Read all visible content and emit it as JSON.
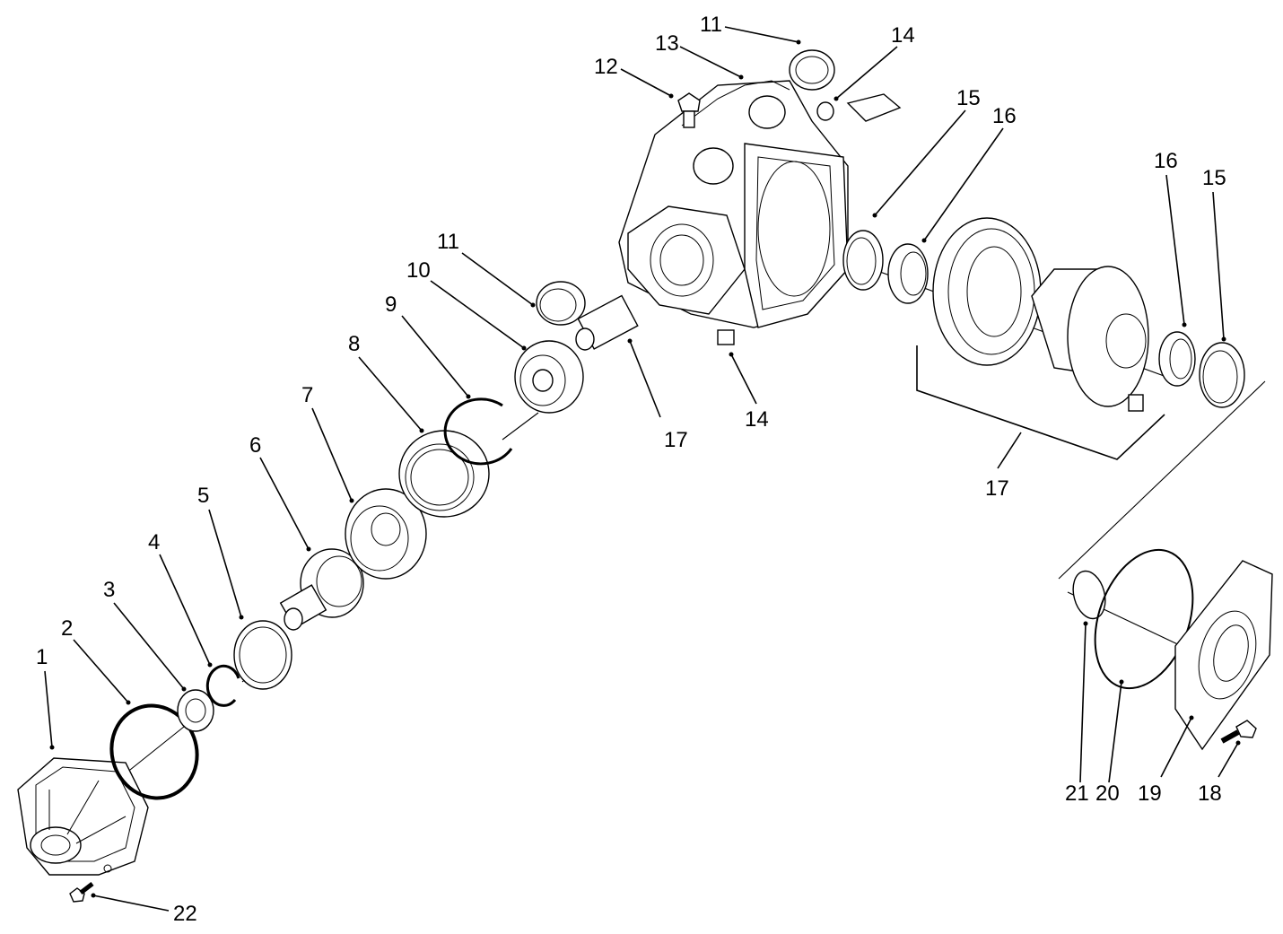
{
  "callouts": [
    {
      "id": "c1",
      "label": "1"
    },
    {
      "id": "c2",
      "label": "2"
    },
    {
      "id": "c3",
      "label": "3"
    },
    {
      "id": "c4",
      "label": "4"
    },
    {
      "id": "c5",
      "label": "5"
    },
    {
      "id": "c6",
      "label": "6"
    },
    {
      "id": "c7",
      "label": "7"
    },
    {
      "id": "c8",
      "label": "8"
    },
    {
      "id": "c9",
      "label": "9"
    },
    {
      "id": "c10",
      "label": "10"
    },
    {
      "id": "c11a",
      "label": "11"
    },
    {
      "id": "c11b",
      "label": "11"
    },
    {
      "id": "c12",
      "label": "12"
    },
    {
      "id": "c13",
      "label": "13"
    },
    {
      "id": "c14a",
      "label": "14"
    },
    {
      "id": "c14b",
      "label": "14"
    },
    {
      "id": "c15a",
      "label": "15"
    },
    {
      "id": "c15b",
      "label": "15"
    },
    {
      "id": "c16a",
      "label": "16"
    },
    {
      "id": "c16b",
      "label": "16"
    },
    {
      "id": "c17a",
      "label": "17"
    },
    {
      "id": "c17b",
      "label": "17"
    },
    {
      "id": "c18",
      "label": "18"
    },
    {
      "id": "c19",
      "label": "19"
    },
    {
      "id": "c20",
      "label": "20"
    },
    {
      "id": "c21",
      "label": "21"
    },
    {
      "id": "c22",
      "label": "22"
    }
  ]
}
